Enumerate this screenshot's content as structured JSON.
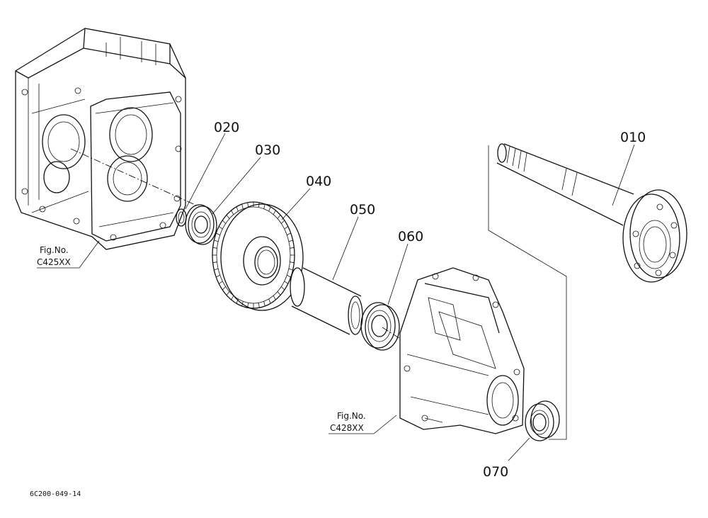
{
  "diagram": {
    "parts": [
      {
        "id": "010"
      },
      {
        "id": "020"
      },
      {
        "id": "030"
      },
      {
        "id": "040"
      },
      {
        "id": "050"
      },
      {
        "id": "060"
      },
      {
        "id": "070"
      }
    ],
    "figure_refs": [
      {
        "prefix": "Fig.No.",
        "code": "C425XX"
      },
      {
        "prefix": "Fig.No.",
        "code": "C428XX"
      }
    ],
    "document_code": "6C200-049-14"
  }
}
